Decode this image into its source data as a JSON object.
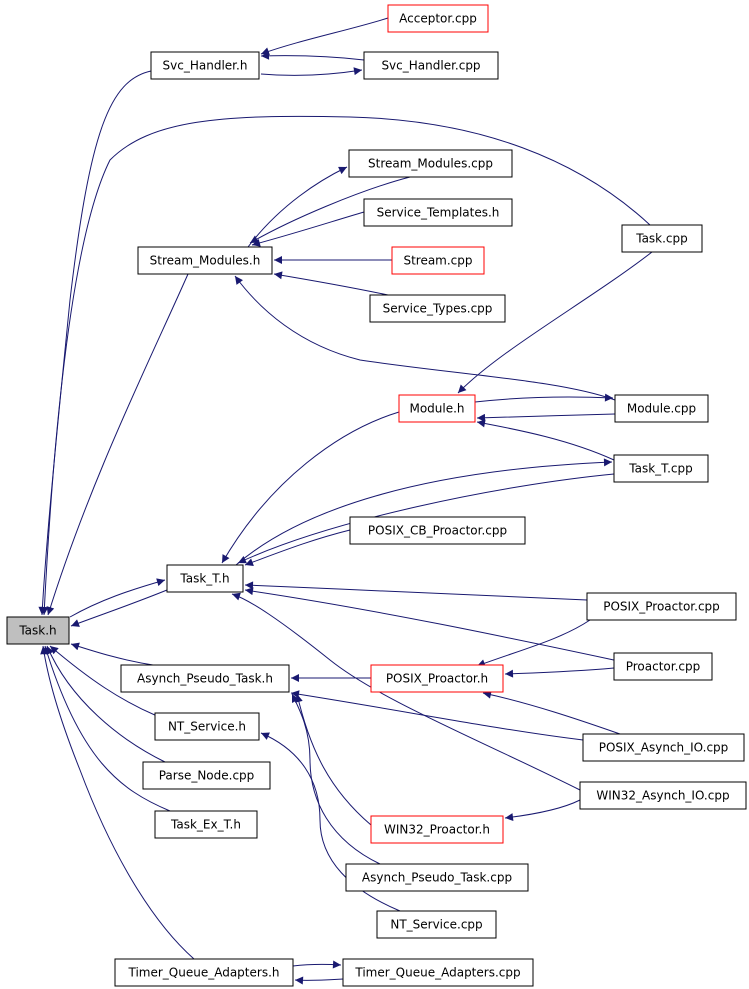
{
  "colors": {
    "edge": "#191970",
    "node_border": "#000000",
    "node_border_truncated": "#ff0000",
    "root_fill": "#bfbfbf",
    "node_fill": "#ffffff"
  },
  "nodes": [
    {
      "id": "task_h",
      "label": "Task.h",
      "root": true
    },
    {
      "id": "svc_handler_h",
      "label": "Svc_Handler.h"
    },
    {
      "id": "acceptor_cpp",
      "label": "Acceptor.cpp",
      "truncated": true
    },
    {
      "id": "svc_handler_cpp",
      "label": "Svc_Handler.cpp"
    },
    {
      "id": "stream_modules_cpp",
      "label": "Stream_Modules.cpp"
    },
    {
      "id": "service_templates_h",
      "label": "Service_Templates.h"
    },
    {
      "id": "task_cpp",
      "label": "Task.cpp"
    },
    {
      "id": "stream_modules_h",
      "label": "Stream_Modules.h"
    },
    {
      "id": "stream_cpp",
      "label": "Stream.cpp",
      "truncated": true
    },
    {
      "id": "service_types_cpp",
      "label": "Service_Types.cpp"
    },
    {
      "id": "module_h",
      "label": "Module.h",
      "truncated": true
    },
    {
      "id": "module_cpp",
      "label": "Module.cpp"
    },
    {
      "id": "task_t_cpp",
      "label": "Task_T.cpp"
    },
    {
      "id": "posix_cb_proactor_cpp",
      "label": "POSIX_CB_Proactor.cpp"
    },
    {
      "id": "task_t_h",
      "label": "Task_T.h"
    },
    {
      "id": "posix_proactor_cpp",
      "label": "POSIX_Proactor.cpp"
    },
    {
      "id": "proactor_cpp",
      "label": "Proactor.cpp"
    },
    {
      "id": "asynch_pseudo_task_h",
      "label": "Asynch_Pseudo_Task.h"
    },
    {
      "id": "posix_proactor_h",
      "label": "POSIX_Proactor.h",
      "truncated": true
    },
    {
      "id": "nt_service_h",
      "label": "NT_Service.h"
    },
    {
      "id": "posix_asynch_io_cpp",
      "label": "POSIX_Asynch_IO.cpp"
    },
    {
      "id": "parse_node_cpp",
      "label": "Parse_Node.cpp"
    },
    {
      "id": "win32_asynch_io_cpp",
      "label": "WIN32_Asynch_IO.cpp"
    },
    {
      "id": "task_ex_t_h",
      "label": "Task_Ex_T.h"
    },
    {
      "id": "win32_proactor_h",
      "label": "WIN32_Proactor.h",
      "truncated": true
    },
    {
      "id": "asynch_pseudo_task_cpp",
      "label": "Asynch_Pseudo_Task.cpp"
    },
    {
      "id": "nt_service_cpp",
      "label": "NT_Service.cpp"
    },
    {
      "id": "timer_queue_adapters_h",
      "label": "Timer_Queue_Adapters.h"
    },
    {
      "id": "timer_queue_adapters_cpp",
      "label": "Timer_Queue_Adapters.cpp"
    }
  ],
  "edges": [
    {
      "from": "svc_handler_h",
      "to": "task_h"
    },
    {
      "from": "acceptor_cpp",
      "to": "svc_handler_h"
    },
    {
      "from": "svc_handler_cpp",
      "to": "svc_handler_h"
    },
    {
      "from": "svc_handler_h",
      "to": "svc_handler_cpp"
    },
    {
      "from": "task_cpp",
      "to": "task_h"
    },
    {
      "from": "stream_modules_h",
      "to": "task_h"
    },
    {
      "from": "stream_modules_h",
      "to": "stream_modules_cpp"
    },
    {
      "from": "stream_modules_cpp",
      "to": "stream_modules_h"
    },
    {
      "from": "service_templates_h",
      "to": "stream_modules_h"
    },
    {
      "from": "stream_cpp",
      "to": "stream_modules_h"
    },
    {
      "from": "service_types_cpp",
      "to": "stream_modules_h"
    },
    {
      "from": "module_cpp",
      "to": "stream_modules_h"
    },
    {
      "from": "task_cpp",
      "to": "module_h"
    },
    {
      "from": "module_h",
      "to": "module_cpp"
    },
    {
      "from": "module_cpp",
      "to": "module_h"
    },
    {
      "from": "task_t_cpp",
      "to": "module_h"
    },
    {
      "from": "module_h",
      "to": "task_t_h"
    },
    {
      "from": "task_t_h",
      "to": "task_t_cpp"
    },
    {
      "from": "task_t_cpp",
      "to": "task_t_h"
    },
    {
      "from": "posix_cb_proactor_cpp",
      "to": "task_t_h"
    },
    {
      "from": "task_h",
      "to": "task_t_h"
    },
    {
      "from": "task_t_h",
      "to": "task_h"
    },
    {
      "from": "posix_proactor_cpp",
      "to": "task_t_h"
    },
    {
      "from": "proactor_cpp",
      "to": "task_t_h"
    },
    {
      "from": "win32_asynch_io_cpp",
      "to": "task_t_h"
    },
    {
      "from": "asynch_pseudo_task_h",
      "to": "task_h"
    },
    {
      "from": "posix_proactor_h",
      "to": "asynch_pseudo_task_h"
    },
    {
      "from": "posix_proactor_cpp",
      "to": "posix_proactor_h"
    },
    {
      "from": "proactor_cpp",
      "to": "posix_proactor_h"
    },
    {
      "from": "posix_asynch_io_cpp",
      "to": "posix_proactor_h"
    },
    {
      "from": "posix_asynch_io_cpp",
      "to": "asynch_pseudo_task_h"
    },
    {
      "from": "win32_proactor_h",
      "to": "asynch_pseudo_task_h"
    },
    {
      "from": "win32_asynch_io_cpp",
      "to": "win32_proactor_h"
    },
    {
      "from": "asynch_pseudo_task_cpp",
      "to": "asynch_pseudo_task_h"
    },
    {
      "from": "nt_service_h",
      "to": "task_h"
    },
    {
      "from": "nt_service_cpp",
      "to": "nt_service_h"
    },
    {
      "from": "parse_node_cpp",
      "to": "task_h"
    },
    {
      "from": "task_ex_t_h",
      "to": "task_h"
    },
    {
      "from": "timer_queue_adapters_h",
      "to": "task_h"
    },
    {
      "from": "timer_queue_adapters_h",
      "to": "timer_queue_adapters_cpp"
    },
    {
      "from": "timer_queue_adapters_cpp",
      "to": "timer_queue_adapters_h"
    }
  ]
}
